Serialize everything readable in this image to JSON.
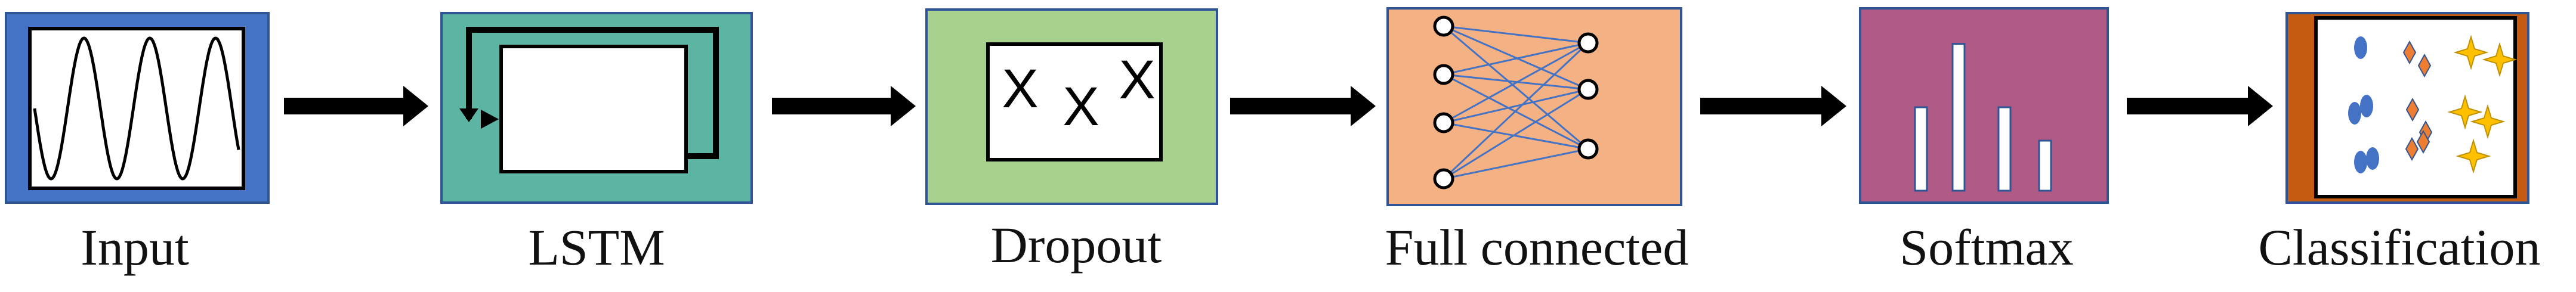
{
  "blocks": [
    {
      "id": "input",
      "label": "Input",
      "fill": "#4472C4"
    },
    {
      "id": "lstm",
      "label": "LSTM",
      "fill": "#5BB5A2"
    },
    {
      "id": "dropout",
      "label": "Dropout",
      "fill": "#A9D18E",
      "marks": [
        "X",
        "X",
        "X"
      ]
    },
    {
      "id": "fc",
      "label": "Full connected",
      "fill": "#F4B183"
    },
    {
      "id": "softmax",
      "label": "Softmax",
      "fill": "#B05A86",
      "bar_levels": [
        0.5,
        0.88,
        0.5,
        0.3
      ]
    },
    {
      "id": "classification",
      "label": "Classification",
      "fill": "#C55A11"
    }
  ],
  "connections": [
    {
      "from": "input",
      "to": "lstm"
    },
    {
      "from": "lstm",
      "to": "dropout"
    },
    {
      "from": "dropout",
      "to": "fc"
    },
    {
      "from": "fc",
      "to": "softmax"
    },
    {
      "from": "softmax",
      "to": "classification"
    }
  ],
  "classification_icons": [
    "ellipse-icon",
    "diamond-icon",
    "star-icon"
  ],
  "colors": {
    "outline": "#2F5597",
    "arrow": "#000000",
    "ellipse": "#4472C4",
    "diamond": "#ED7D31",
    "star": "#FFC000",
    "network_edge": "#4472C4"
  }
}
